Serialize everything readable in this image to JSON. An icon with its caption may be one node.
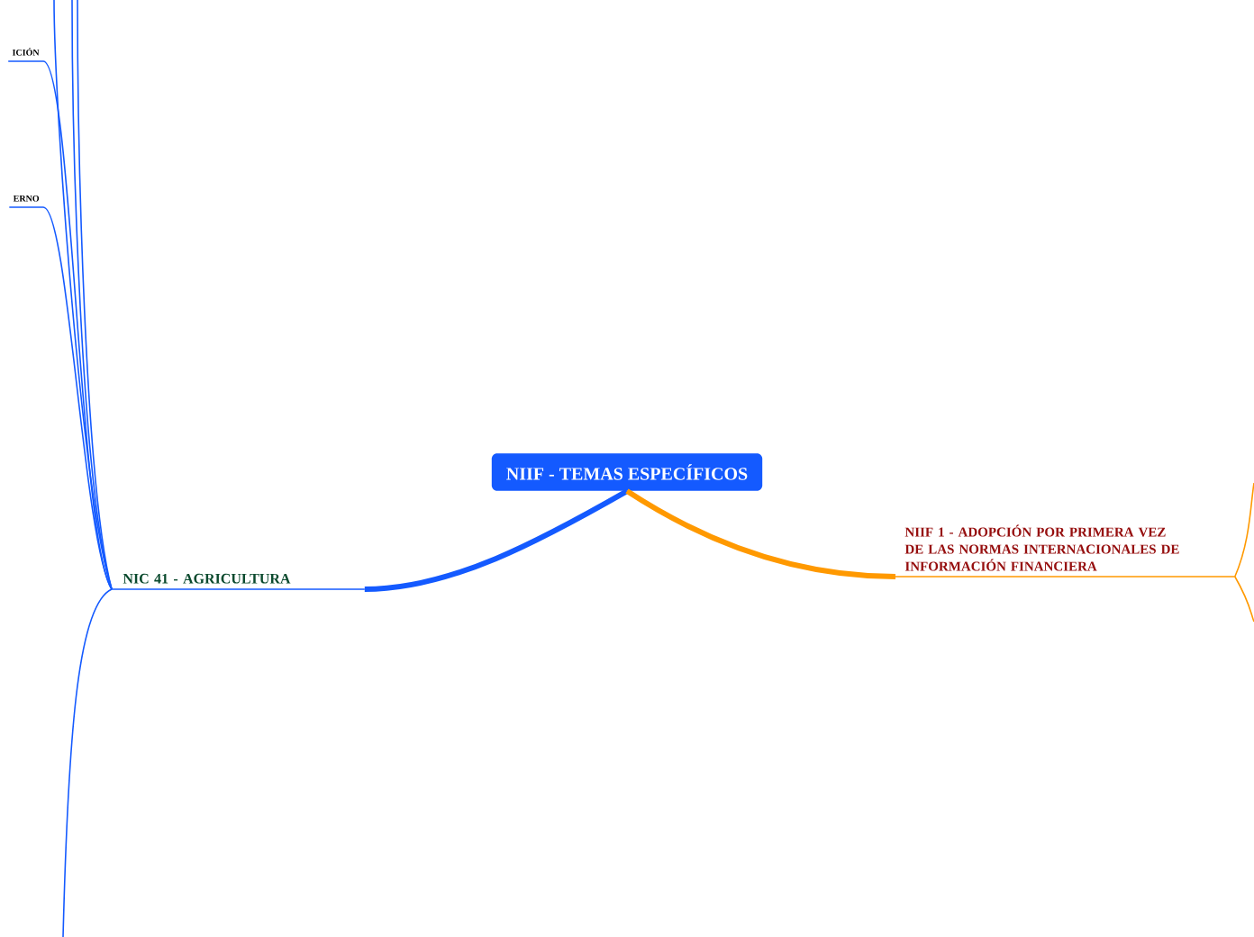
{
  "diagram": {
    "nodes": [
      {
        "text": [
          "NIIF - TEMAS ESPECÍFICOS"
        ]
      },
      {
        "text": [
          "NIC 41 - AGRICULTURA"
        ]
      },
      {
        "text": [
          "NIIF 1 - ADOPCIÓN POR PRIMERA VEZ DE LAS NORMAS INTERNACIONALES DE INFORMACIÓN FINANCIERA"
        ]
      },
      {
        "text": [
          "ICIÓN"
        ]
      },
      {
        "text": [
          "ERNO"
        ]
      }
    ],
    "edges": [
      {
        "from": 0,
        "to": 1,
        "arrow": "none",
        "style": "thick"
      },
      {
        "from": 0,
        "to": 2,
        "arrow": "none",
        "style": "thick",
        "color": "#ff9900"
      },
      {
        "from": 1,
        "to": 3,
        "arrow": "none"
      },
      {
        "from": 1,
        "to": 4,
        "arrow": "none"
      },
      {
        "from": 1,
        "to": null,
        "arrow": "none"
      },
      {
        "from": 1,
        "to": null,
        "arrow": "none"
      },
      {
        "from": 1,
        "to": null,
        "arrow": "none"
      },
      {
        "from": 1,
        "to": null,
        "arrow": "none"
      },
      {
        "from": 2,
        "to": null,
        "arrow": "none",
        "color": "#ff9900"
      },
      {
        "from": 2,
        "to": null,
        "arrow": "none",
        "color": "#ff9900"
      }
    ]
  }
}
